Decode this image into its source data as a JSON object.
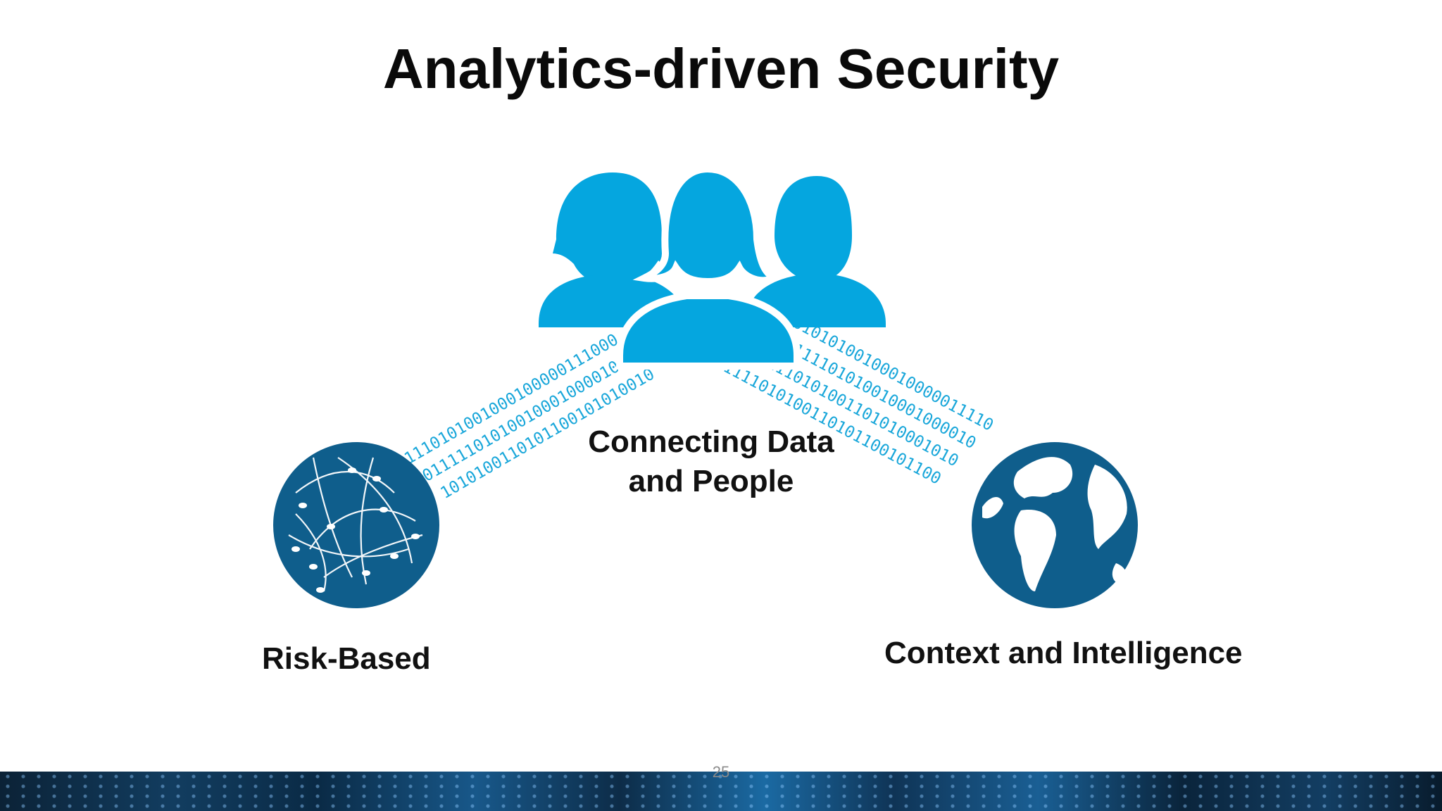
{
  "title": "Analytics-driven Security",
  "nodes": {
    "center": {
      "line1": "Connecting Data",
      "line2": "and People"
    },
    "left": {
      "label": "Risk-Based"
    },
    "right": {
      "label": "Context and Intelligence"
    }
  },
  "binary_streams": {
    "left": [
      "1110101001000100000111000",
      "0111110101001000100001010",
      "1010100110101100101010010"
    ],
    "right": [
      "1101010100100010000011110",
      "1101111101010010001000010",
      "0111110101001101010001010",
      "1111010100110101100101100"
    ]
  },
  "page_number": "25",
  "colors": {
    "people": "#05a6df",
    "globes": "#0f5e8c",
    "binary": "#1aa7da"
  }
}
